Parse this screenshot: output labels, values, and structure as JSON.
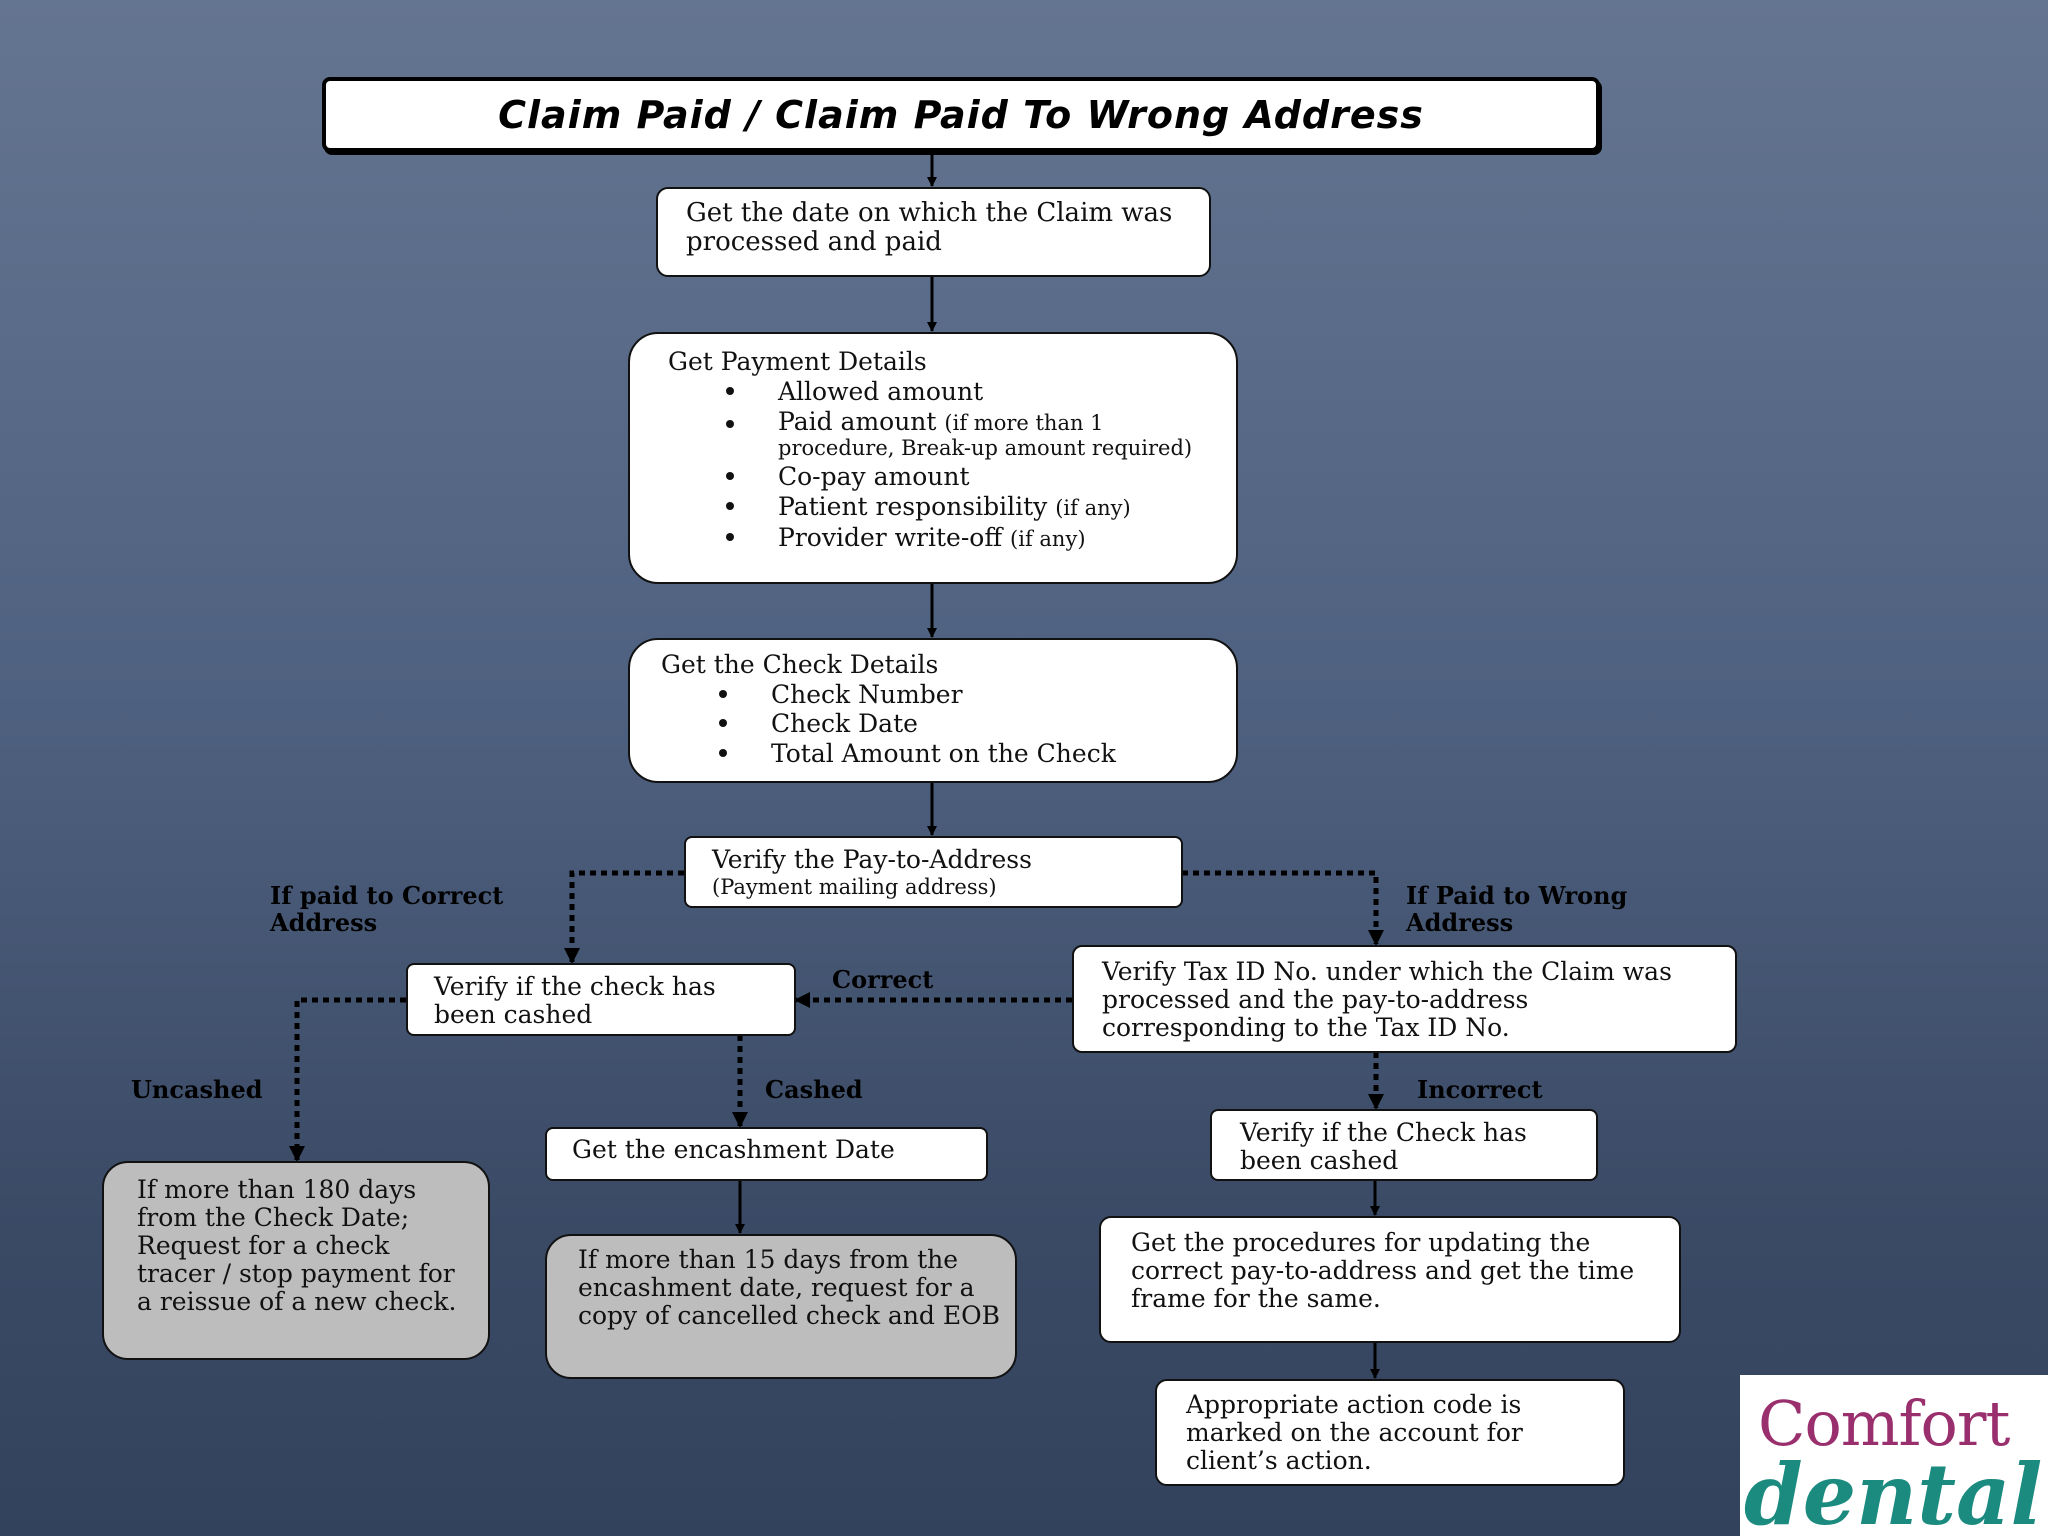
{
  "title": "Claim Paid /  Claim Paid To Wrong Address",
  "nodes": {
    "get_date": "Get the date on which the Claim was processed and paid",
    "payment": {
      "heading": "Get Payment Details",
      "items": [
        {
          "main": "Allowed amount",
          "note": ""
        },
        {
          "main": "Paid amount",
          "note": "(if more than 1 procedure, Break-up amount required)"
        },
        {
          "main": "Co-pay amount",
          "note": ""
        },
        {
          "main": "Patient responsibility",
          "note": "(if any)"
        },
        {
          "main": "Provider write-off",
          "note": "(if any)"
        }
      ]
    },
    "check_details": {
      "heading": "Get the Check Details",
      "items": [
        "Check Number",
        "Check Date",
        "Total Amount on the Check"
      ]
    },
    "verify_address": {
      "main": "Verify the Pay-to-Address",
      "note": "(Payment mailing address)"
    },
    "verify_cashed": "Verify if the check has been cashed",
    "verify_tax": "Verify Tax ID No. under which the Claim was processed and the pay-to-address corresponding to the Tax ID No.",
    "uncashed_action": "If more than 180 days from the Check Date; Request for a check tracer / stop payment for a reissue of a new check.",
    "encashment_date": "Get the encashment Date",
    "cashed_action": "If more than 15 days from the encashment date, request for a copy of cancelled check and EOB",
    "verify_check_cashed": "Verify if the Check has been cashed",
    "get_procedures": "Get the procedures for updating the correct pay-to-address and get the time frame for the same.",
    "action_code": "Appropriate action code is marked on the account for client’s action."
  },
  "edge_labels": {
    "correct_address": "If paid to Correct Address",
    "wrong_address": "If Paid to Wrong Address",
    "correct": "Correct",
    "uncashed": "Uncashed",
    "cashed": "Cashed",
    "incorrect": "Incorrect"
  },
  "logo": {
    "line1": "Comfort",
    "line2": "dental"
  },
  "colors": {
    "background_top": "#647591",
    "background_bottom": "#33425c",
    "grey_box": "#bdbdbd",
    "logo_purple": "#9a2f6e",
    "logo_teal": "#1b8a7f"
  }
}
